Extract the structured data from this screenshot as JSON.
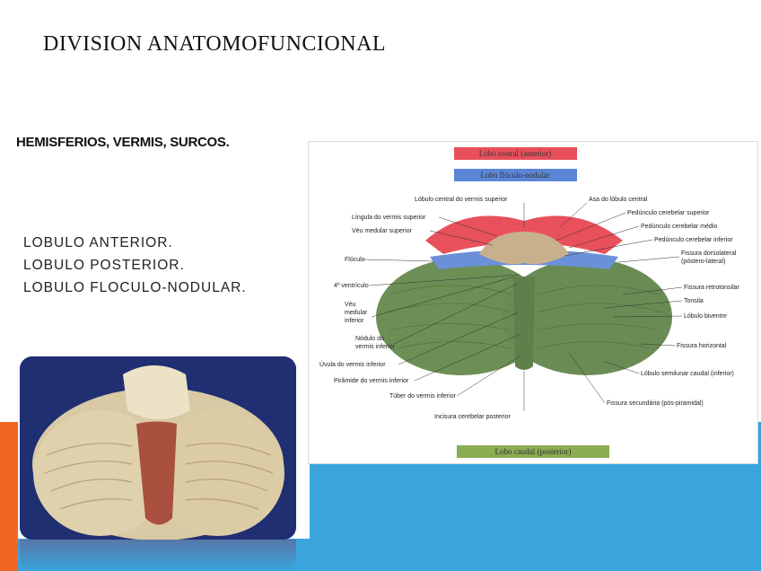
{
  "title": "DIVISION ANATOMOFUNCIONAL",
  "subtitle": "HEMISFERIOS, VERMIS, SURCOS.",
  "lobes": [
    "LOBULO ANTERIOR.",
    "LOBULO POSTERIOR.",
    "LOBULO FLOCULO-NODULAR."
  ],
  "diagram": {
    "lobe_labels": {
      "rostral": "Lobo rostral (anterior)",
      "floculo": "Lobo flóculo-nodular",
      "caudal": "Lobo caudal (posterior)"
    },
    "left_labels": [
      "Lóbulo central do vermis superior",
      "Língula do vermis superior",
      "Véu medular superior",
      "Flóculo",
      "4º ventrículo",
      "Véu",
      "medular",
      "inferior",
      "Nódulo do",
      "vermis inferior",
      "Úvula do vermis inferior",
      "Pirâmide do vermis inferior",
      "Túber do vermis inferior",
      "Incisura cerebelar posterior"
    ],
    "right_labels": [
      "Asa do lóbulo central",
      "Pedúnculo cerebelar superior",
      "Pedúnculo cerebelar médio",
      "Pedúnculo cerebelar inferior",
      "Fissura dorsolateral",
      "(póstero-lateral)",
      "Fissura retrotonsilar",
      "Tonsila",
      "Lóbulo biventre",
      "Fissura horizontal",
      "Lóbulo semilunar caudal (inferior)",
      "Fissura secundária (pós-piramidal)"
    ],
    "colors": {
      "rostral": "#e8505b",
      "floculo": "#5b86d6",
      "caudal": "#8aac52"
    }
  },
  "colors": {
    "orange": "#f26522",
    "blue": "#3aa4dc"
  }
}
